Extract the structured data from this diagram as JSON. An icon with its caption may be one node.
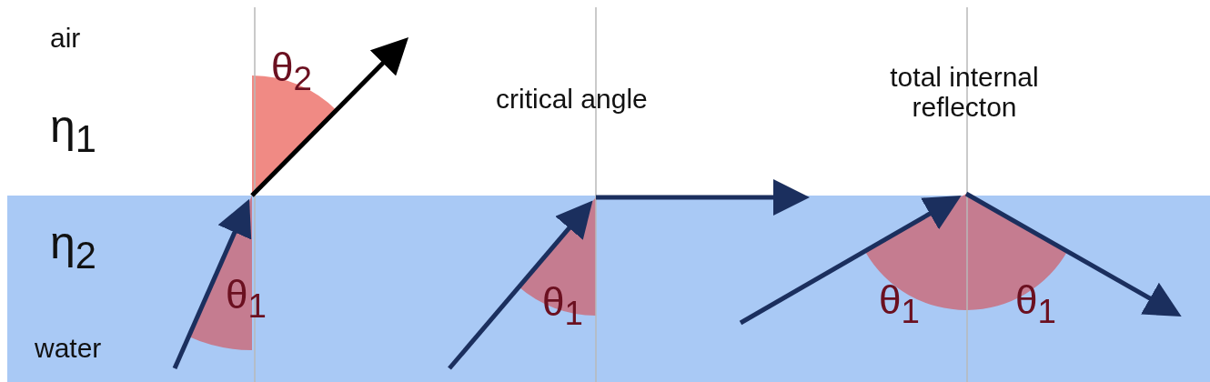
{
  "diagram": {
    "labels": [
      "air",
      "η$_{1}$",
      "θ$_{2}$",
      "critical angle",
      "total internal reflecton",
      "η$_{2}$",
      "θ$_{1}$",
      "θ$_{1}$",
      "θ$_{1}$",
      "θ$_{1}$",
      "water"
    ]
  }
}
